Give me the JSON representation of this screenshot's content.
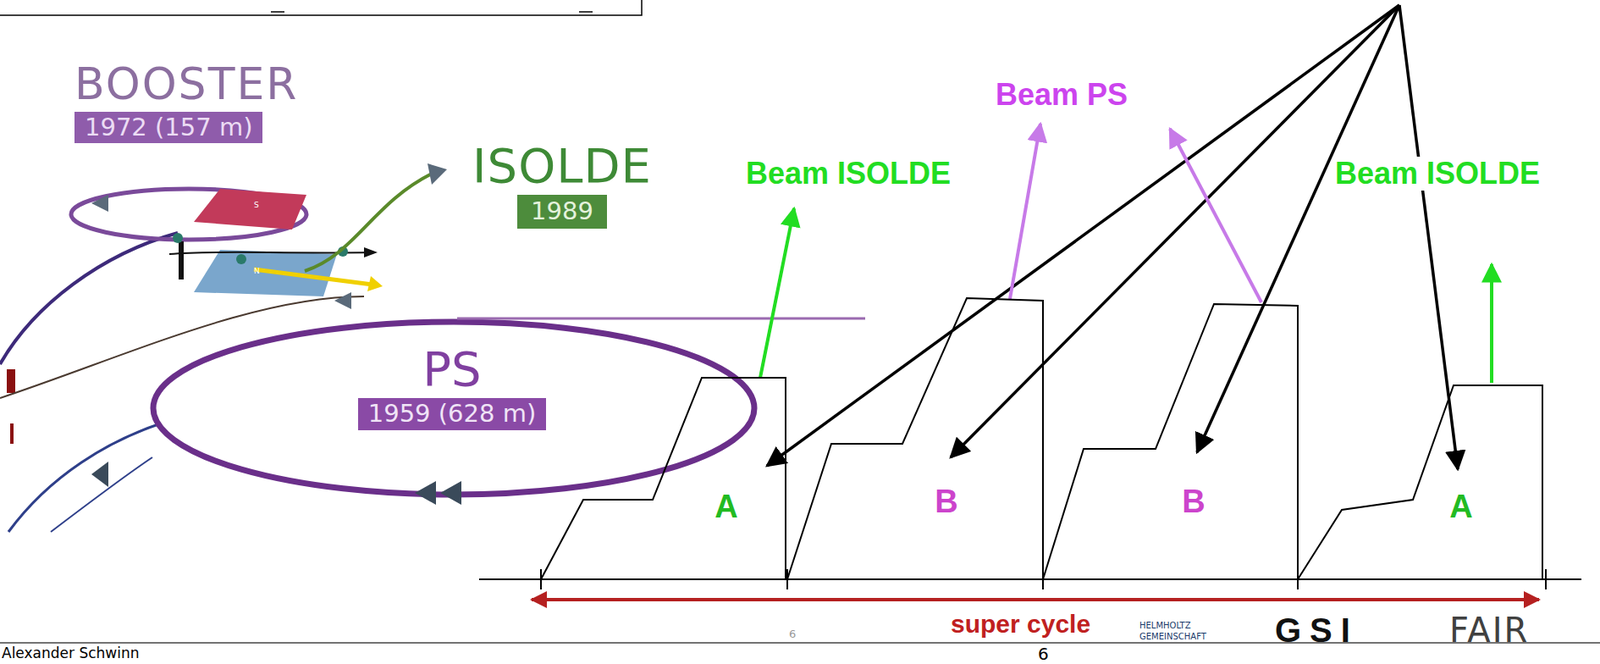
{
  "diagram": {
    "nodes": [
      {
        "text": [
          "BOOSTER",
          "1972 (157 m)"
        ]
      },
      {
        "text": [
          "ISOLDE",
          "1989"
        ]
      },
      {
        "text": [
          "PS",
          "1959 (628 m)"
        ]
      },
      {
        "text": [
          "A"
        ]
      },
      {
        "text": [
          "B"
        ]
      },
      {
        "text": [
          "B"
        ]
      },
      {
        "text": [
          "A"
        ]
      }
    ],
    "labels": [
      "Beam ISOLDE",
      "Beam PS",
      "Beam ISOLDE",
      "super cycle",
      "S",
      "N",
      "6",
      "6",
      "HELMHOLTZ",
      "GEMEINSCHAFT",
      "GSI",
      "FAIR",
      "Alexander Schwinn"
    ]
  }
}
